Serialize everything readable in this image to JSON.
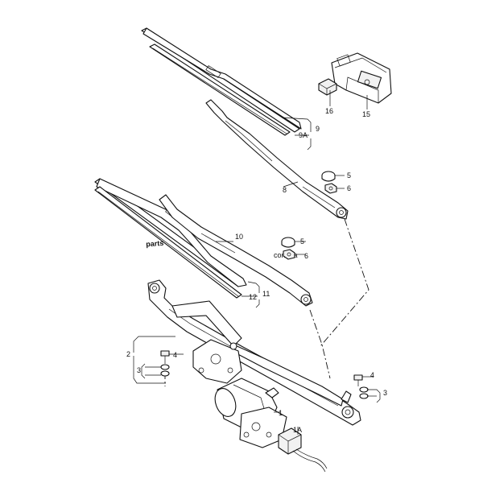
{
  "watermark": {
    "main": "parts",
    "sub": "com.ua"
  },
  "labels": {
    "p16": "16",
    "p15": "15",
    "p9": "9",
    "p9a": "9A",
    "p8": "8",
    "p5a": "5",
    "p6a": "6",
    "p10": "10",
    "p5b": "5",
    "p6b": "6",
    "p11": "11",
    "p12": "12",
    "p2": "2",
    "p4a": "4",
    "p3a": "3",
    "p4b": "4",
    "p3b": "3",
    "p1": "1",
    "p1a": "1A"
  }
}
